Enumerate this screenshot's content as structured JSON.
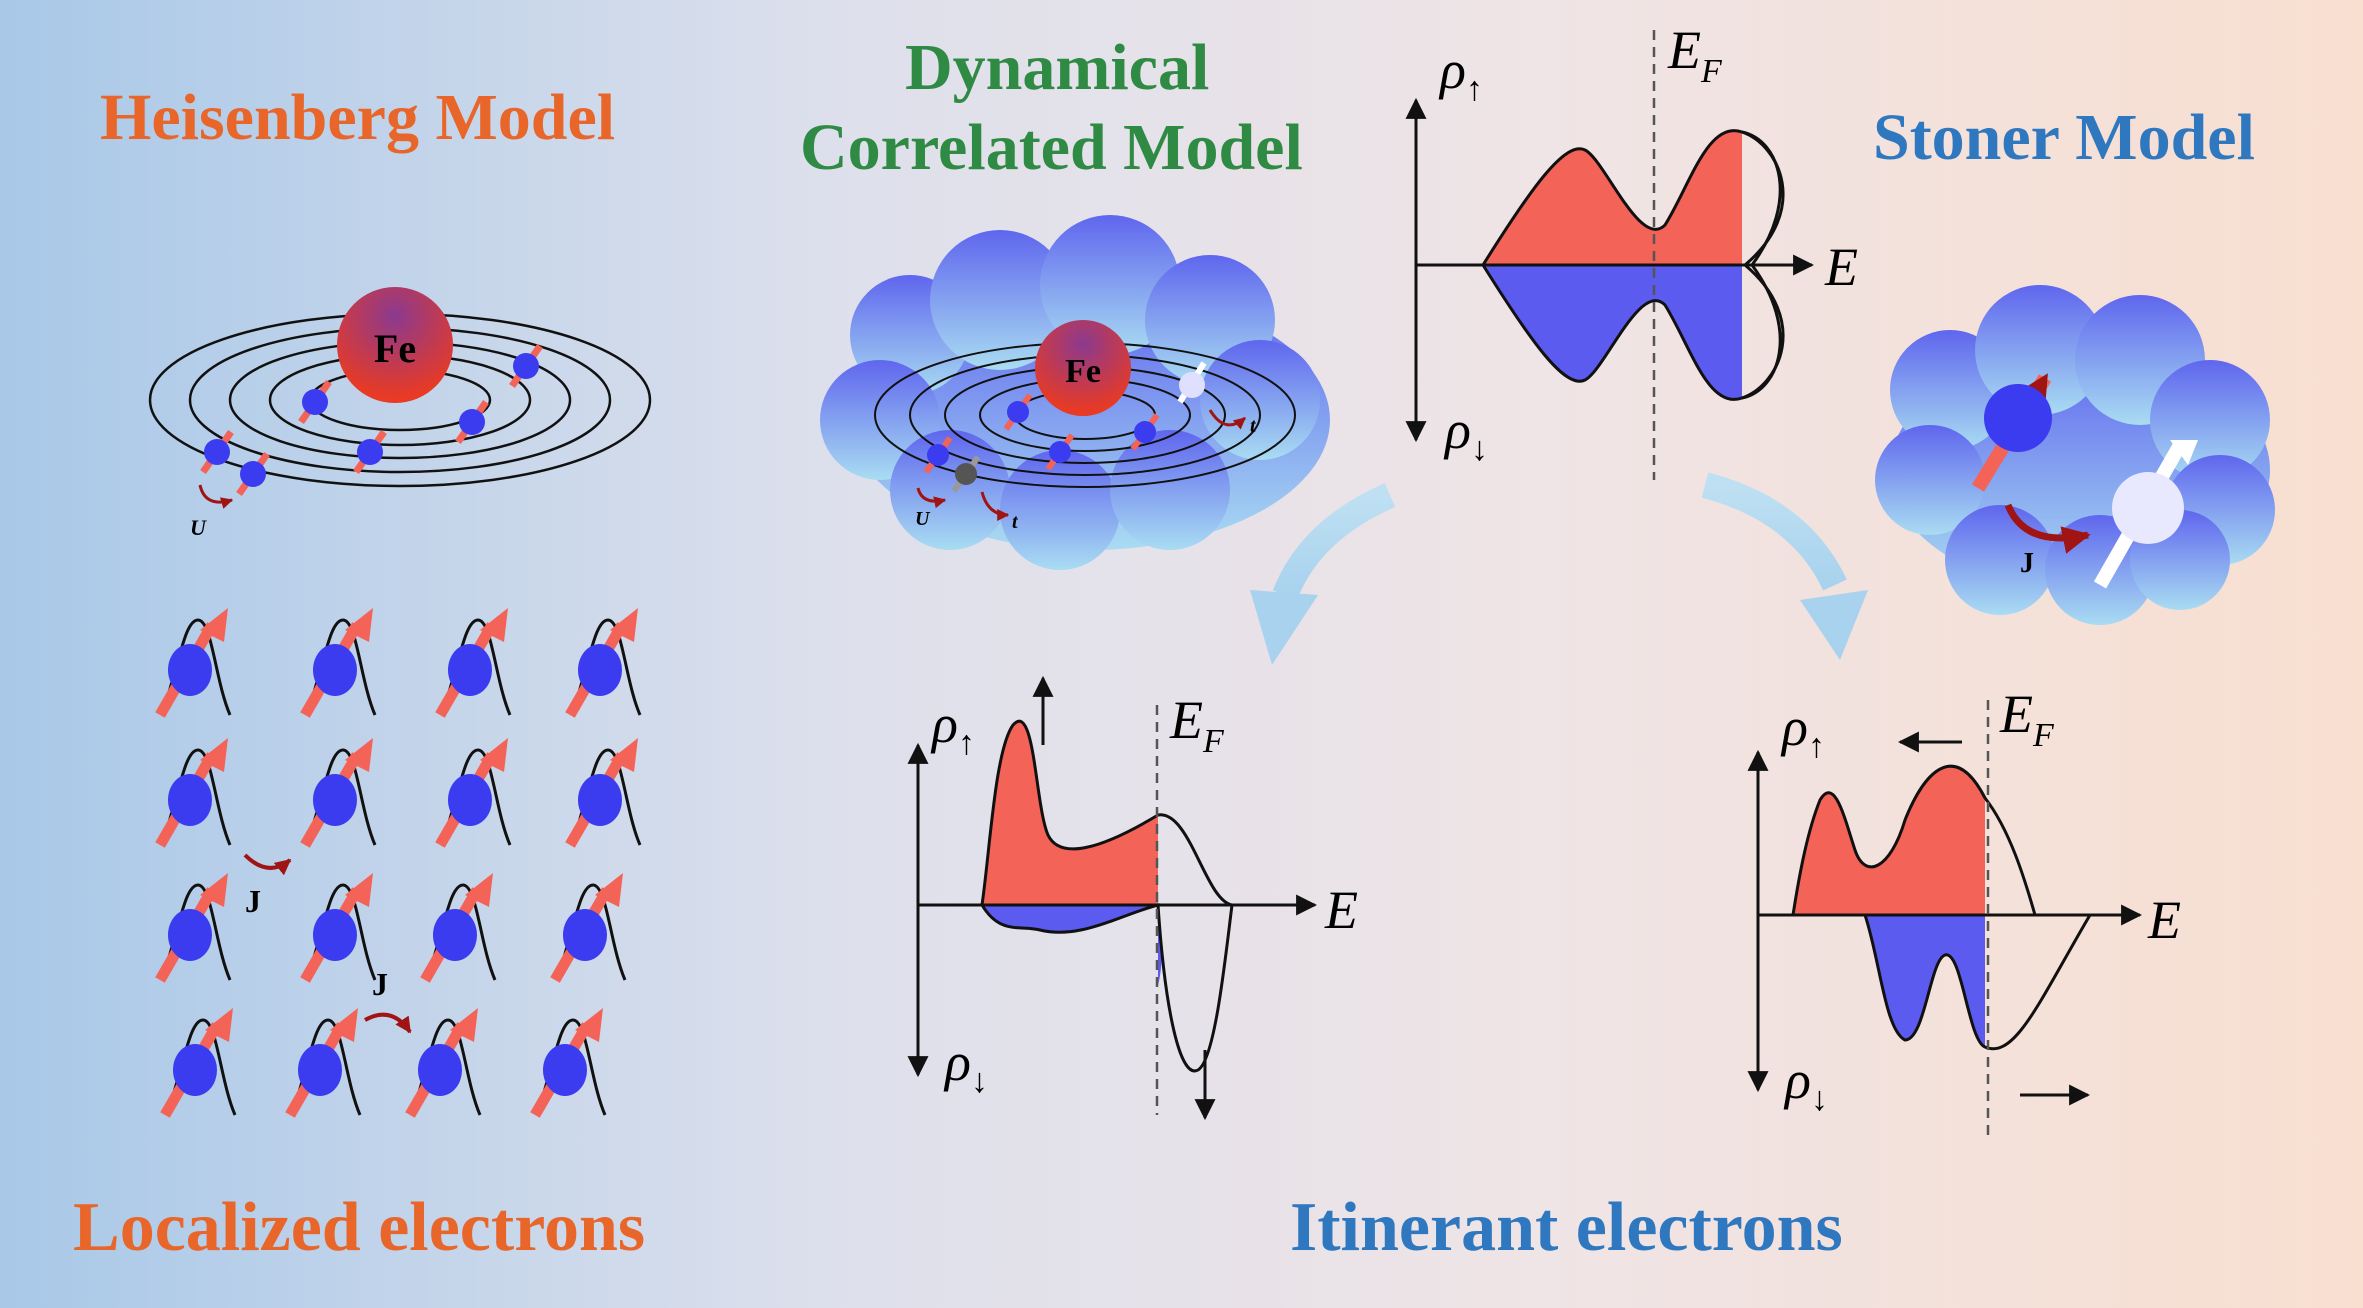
{
  "titles": {
    "heisenberg": "Heisenberg Model",
    "dynamical_line1": "Dynamical",
    "dynamical_line2": "Correlated Model",
    "stoner": "Stoner Model",
    "localized": "Localized electrons",
    "itinerant": "Itinerant electrons"
  },
  "atom_label": "Fe",
  "labels": {
    "U": "U",
    "t": "t",
    "J": "J",
    "rho_up": "ρ",
    "rho_down": "ρ",
    "arrow_up": "↑",
    "arrow_down": "↓",
    "E": "E",
    "EF": "E",
    "EF_sub": "F"
  },
  "colors": {
    "heisenberg": "#e8662a",
    "dynamical": "#2f8a44",
    "stoner": "#2f78c0",
    "spin_up_fill": "#f46357",
    "spin_down_fill": "#5b5bf0",
    "electron": "#3b3bf0",
    "spin_arrow": "#f46357",
    "atom": "#c8384a",
    "cloud_top": "#5f66ee",
    "cloud_bottom": "#a9dcf2"
  }
}
